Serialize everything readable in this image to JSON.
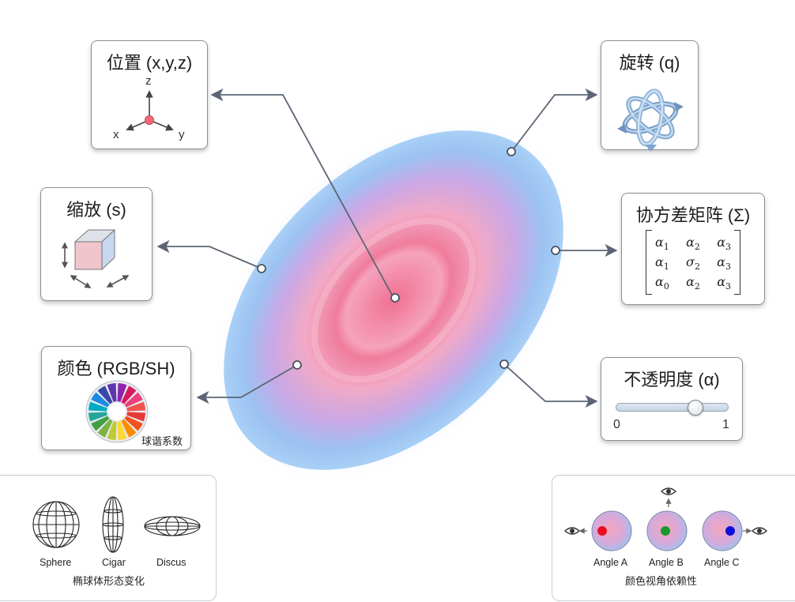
{
  "cards": {
    "position": {
      "title": "位置 (x,y,z)",
      "axis_x": "x",
      "axis_y": "y",
      "axis_z": "z"
    },
    "scale": {
      "title": "缩放 (s)"
    },
    "color": {
      "title": "颜色 (RGB/SH)",
      "caption": "球谐系数"
    },
    "rotation": {
      "title": "旋转 (q)"
    },
    "covariance": {
      "title": "协方差矩阵 (Σ)",
      "matrix": [
        [
          "α",
          "1",
          "α",
          "2",
          "α",
          "3"
        ],
        [
          "α",
          "1",
          "σ",
          "2",
          "α",
          "3"
        ],
        [
          "α",
          "0",
          "α",
          "2",
          "α",
          "3"
        ]
      ]
    },
    "opacity": {
      "title": "不透明度 (α)",
      "min_label": "0",
      "max_label": "1",
      "value": 0.7
    }
  },
  "shapes_panel": {
    "caption": "椭球体形态变化",
    "shapes": [
      "Sphere",
      "Cigar",
      "Discus"
    ]
  },
  "view_panel": {
    "caption": "颜色视角依赖性",
    "angles": [
      {
        "label": "Angle A",
        "dot_color": "#e8101e"
      },
      {
        "label": "Angle B",
        "dot_color": "#1a9a2a"
      },
      {
        "label": "Angle C",
        "dot_color": "#0b10d8"
      }
    ]
  },
  "colors": {
    "ellipse_center": "#f07a9a",
    "ellipse_edge": "#8cb8f0",
    "connector": "#5b6574"
  }
}
